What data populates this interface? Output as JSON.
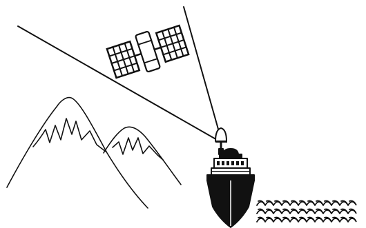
{
  "diagram": {
    "elements": [
      {
        "name": "satellite-icon",
        "kind": "satellite"
      },
      {
        "name": "ship-icon",
        "kind": "ship"
      },
      {
        "name": "mountains-icon",
        "kind": "mountains"
      },
      {
        "name": "waves-icon",
        "kind": "waves"
      },
      {
        "name": "signal-line-satellite",
        "kind": "line"
      },
      {
        "name": "signal-line-distant",
        "kind": "line"
      }
    ]
  },
  "colors": {
    "ink": "#111111",
    "background": "#ffffff",
    "panel_fill": "#ffffff"
  }
}
